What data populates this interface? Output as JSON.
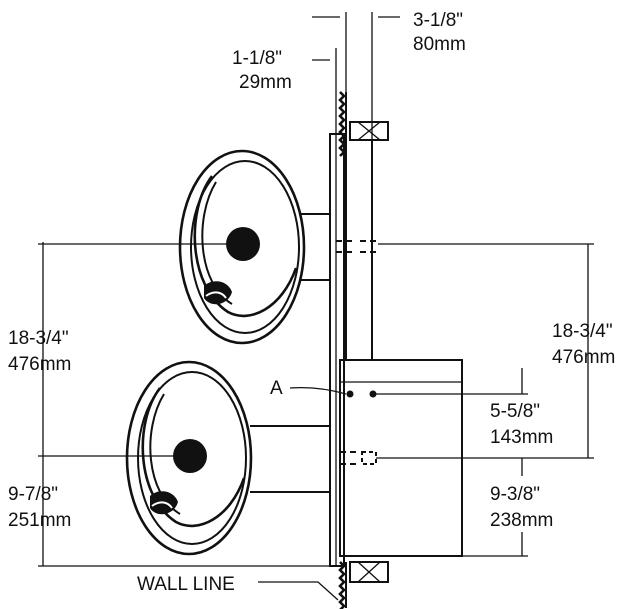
{
  "labels": {
    "top_right": {
      "line1": "3-1/8\"",
      "line2": "80mm"
    },
    "top_left": {
      "line1": "1-1/8\"",
      "line2": "29mm"
    },
    "left_upper": {
      "line1": "18-3/4\"",
      "line2": "476mm"
    },
    "right_upper": {
      "line1": "18-3/4\"",
      "line2": "476mm"
    },
    "left_lower": {
      "line1": "9-7/8\"",
      "line2": "251mm"
    },
    "right_mid": {
      "line1": "5-5/8\"",
      "line2": "143mm"
    },
    "right_lower": {
      "line1": "9-3/8\"",
      "line2": "238mm"
    },
    "point_a": "A",
    "wall_line": "WALL LINE"
  }
}
